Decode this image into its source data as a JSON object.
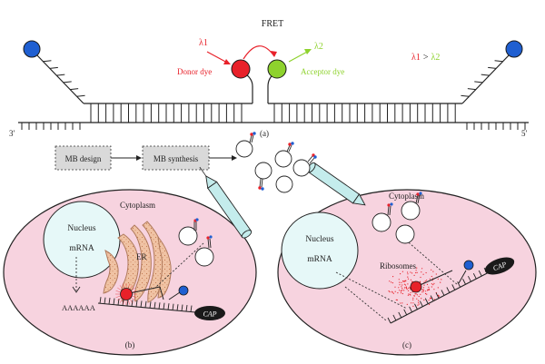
{
  "panel_a": {
    "title": "FRET",
    "lambda1": "λ1",
    "lambda2": "λ2",
    "donor_label": "Donor dye",
    "acceptor_label": "Acceptor dye",
    "inequality": {
      "left": "λ1",
      "op": ">",
      "right": "λ2"
    },
    "end_3": "3′",
    "end_5": "5′",
    "caption": "(a)"
  },
  "workflow": {
    "design": "MB design",
    "synthesis": "MB synthesis"
  },
  "panel_b": {
    "cytoplasm": "Cytoplasm",
    "nucleus": "Nucleus",
    "mrna": "mRNA",
    "er": "ER",
    "polya": "AAAAAA",
    "cap": "CAP",
    "caption": "(b)"
  },
  "panel_c": {
    "cytoplasm": "Cytoplasm",
    "nucleus": "Nucleus",
    "mrna": "mRNA",
    "ribosomes": "Ribosomes",
    "cap": "CAP",
    "caption": "(c)"
  },
  "colors": {
    "donor": "#e8212a",
    "acceptor": "#8ed22d",
    "quencher": "#1f5fd1",
    "cell_fill": "#f7d3df",
    "nucleus_fill": "#e6f8f8",
    "er_fill": "#f0c3a4",
    "box_fill": "#d9d9d9",
    "needle_fill": "#c4ecec"
  }
}
